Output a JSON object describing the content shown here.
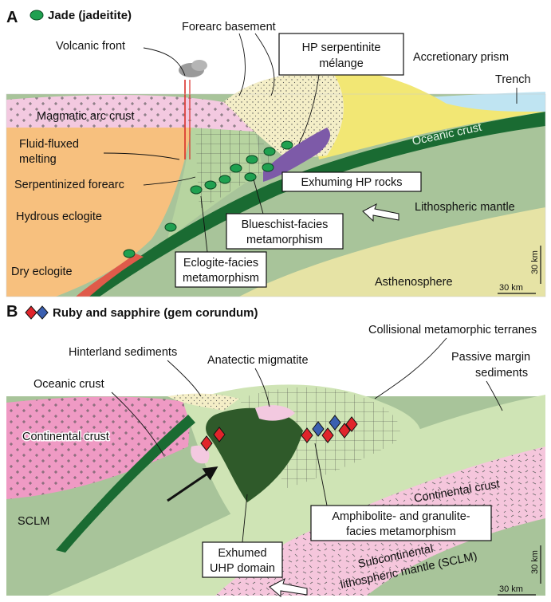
{
  "panel_a": {
    "letter": "A",
    "legend": "Jade (jadeitite)",
    "labels": {
      "volcanic_front": "Volcanic front",
      "forearc_basement": "Forearc basement",
      "hp_serpentinite_1": "HP serpentinite",
      "hp_serpentinite_2": "mélange",
      "accretionary_prism": "Accretionary prism",
      "trench": "Trench",
      "magmatic_arc_crust": "Magmatic arc crust",
      "fluid_fluxed_1": "Fluid-fluxed",
      "fluid_fluxed_2": "melting",
      "oceanic_crust": "Oceanic crust",
      "serpentinized_forearc": "Serpentinized forearc",
      "exhuming_hp": "Exhuming HP rocks",
      "lithospheric_mantle": "Lithospheric mantle",
      "hydrous_eclogite": "Hydrous eclogite",
      "blueschist_1": "Blueschist-facies",
      "blueschist_2": "metamorphism",
      "dry_eclogite": "Dry eclogite",
      "eclogite_facies_1": "Eclogite-facies",
      "eclogite_facies_2": "metamorphism",
      "asthenosphere": "Asthenosphere",
      "scale_v": "30 km",
      "scale_h": "30 km"
    }
  },
  "panel_b": {
    "letter": "B",
    "legend": "Ruby and sapphire (gem corundum)",
    "labels": {
      "collisional_terranes": "Collisional metamorphic terranes",
      "hinterland_sediments": "Hinterland sediments",
      "anatectic_migmatite": "Anatectic migmatite",
      "passive_margin_1": "Passive margin",
      "passive_margin_2": "sediments",
      "oceanic_crust": "Oceanic crust",
      "continental_crust_left": "Continental crust",
      "continental_crust_right": "Continental crust",
      "sclm": "SCLM",
      "amphibolite_1": "Amphibolite- and granulite-",
      "amphibolite_2": "facies metamorphism",
      "exhumed_1": "Exhumed",
      "exhumed_2": "UHP domain",
      "subcontinental_1": "Subcontinental",
      "subcontinental_2": "lithospheric mantle (SCLM)",
      "scale_v": "30 km",
      "scale_h": "30 km"
    }
  },
  "colors": {
    "jade_green": "#1fa050",
    "ruby_red": "#e0242b",
    "sapphire_blue": "#3a5fb0",
    "mantle_green": "#a8c49a",
    "asthenosphere_yellow": "#e6e3a5",
    "arc_crust_pink": "#f3c9e0",
    "orange_mantle": "#f7c07e",
    "oceanic_crust_dark": "#1a6b32",
    "prism_yellow": "#f2e774",
    "sea_blue": "#bfe4f2",
    "light_green": "#cfe4b5",
    "dark_green_uhp": "#2f5a2a"
  }
}
